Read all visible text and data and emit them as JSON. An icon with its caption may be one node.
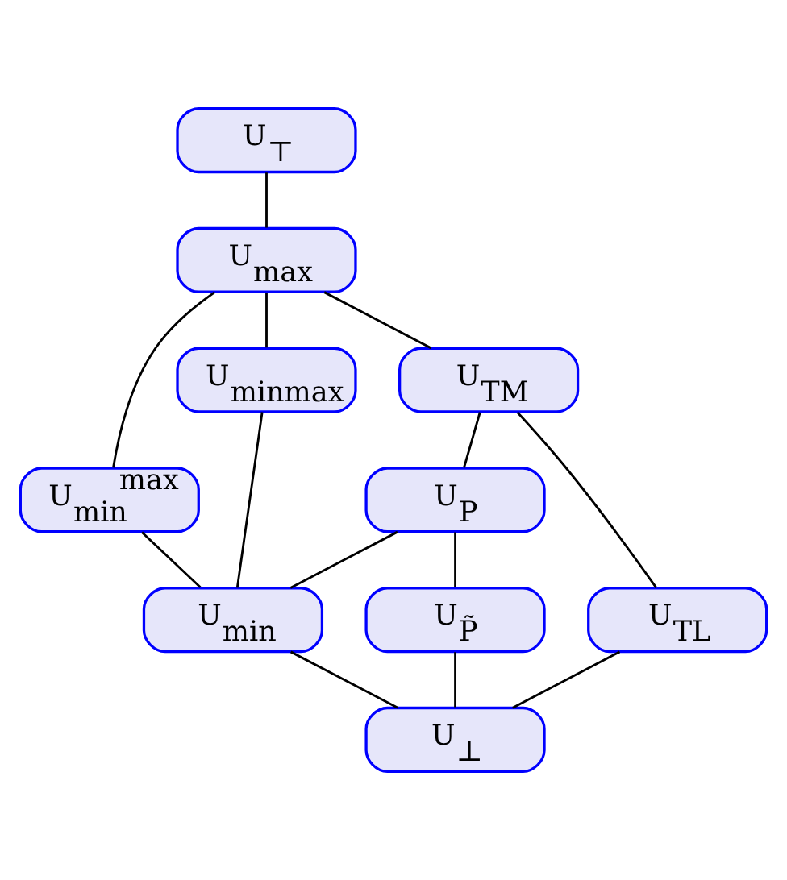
{
  "diagram": {
    "nodes": [
      {
        "text": [
          "U$_{⊤}$"
        ]
      },
      {
        "text": [
          "U$_{max}$"
        ]
      },
      {
        "text": [
          "U$_{min}$$^{max}$"
        ]
      },
      {
        "text": [
          "U$_{minmax}$"
        ]
      },
      {
        "text": [
          "U$_{TM}$"
        ]
      },
      {
        "text": [
          "U$_{P}$"
        ]
      },
      {
        "text": [
          "U$_{min}$"
        ]
      },
      {
        "text": [
          "U$_{P̃}$"
        ]
      },
      {
        "text": [
          "U$_{TL}$"
        ]
      },
      {
        "text": [
          "U$_{⊥}$"
        ]
      }
    ],
    "edges": [
      {
        "from": 0,
        "to": 1,
        "arrow": "none"
      },
      {
        "from": 1,
        "to": 2,
        "arrow": "none"
      },
      {
        "from": 1,
        "to": 3,
        "arrow": "none"
      },
      {
        "from": 1,
        "to": 4,
        "arrow": "none"
      },
      {
        "from": 2,
        "to": 6,
        "arrow": "none"
      },
      {
        "from": 3,
        "to": 6,
        "arrow": "none"
      },
      {
        "from": 4,
        "to": 5,
        "arrow": "none"
      },
      {
        "from": 4,
        "to": 8,
        "arrow": "none"
      },
      {
        "from": 5,
        "to": 6,
        "arrow": "none"
      },
      {
        "from": 5,
        "to": 7,
        "arrow": "none"
      },
      {
        "from": 6,
        "to": 9,
        "arrow": "none"
      },
      {
        "from": 7,
        "to": 9,
        "arrow": "none"
      },
      {
        "from": 8,
        "to": 9,
        "arrow": "none"
      }
    ]
  }
}
